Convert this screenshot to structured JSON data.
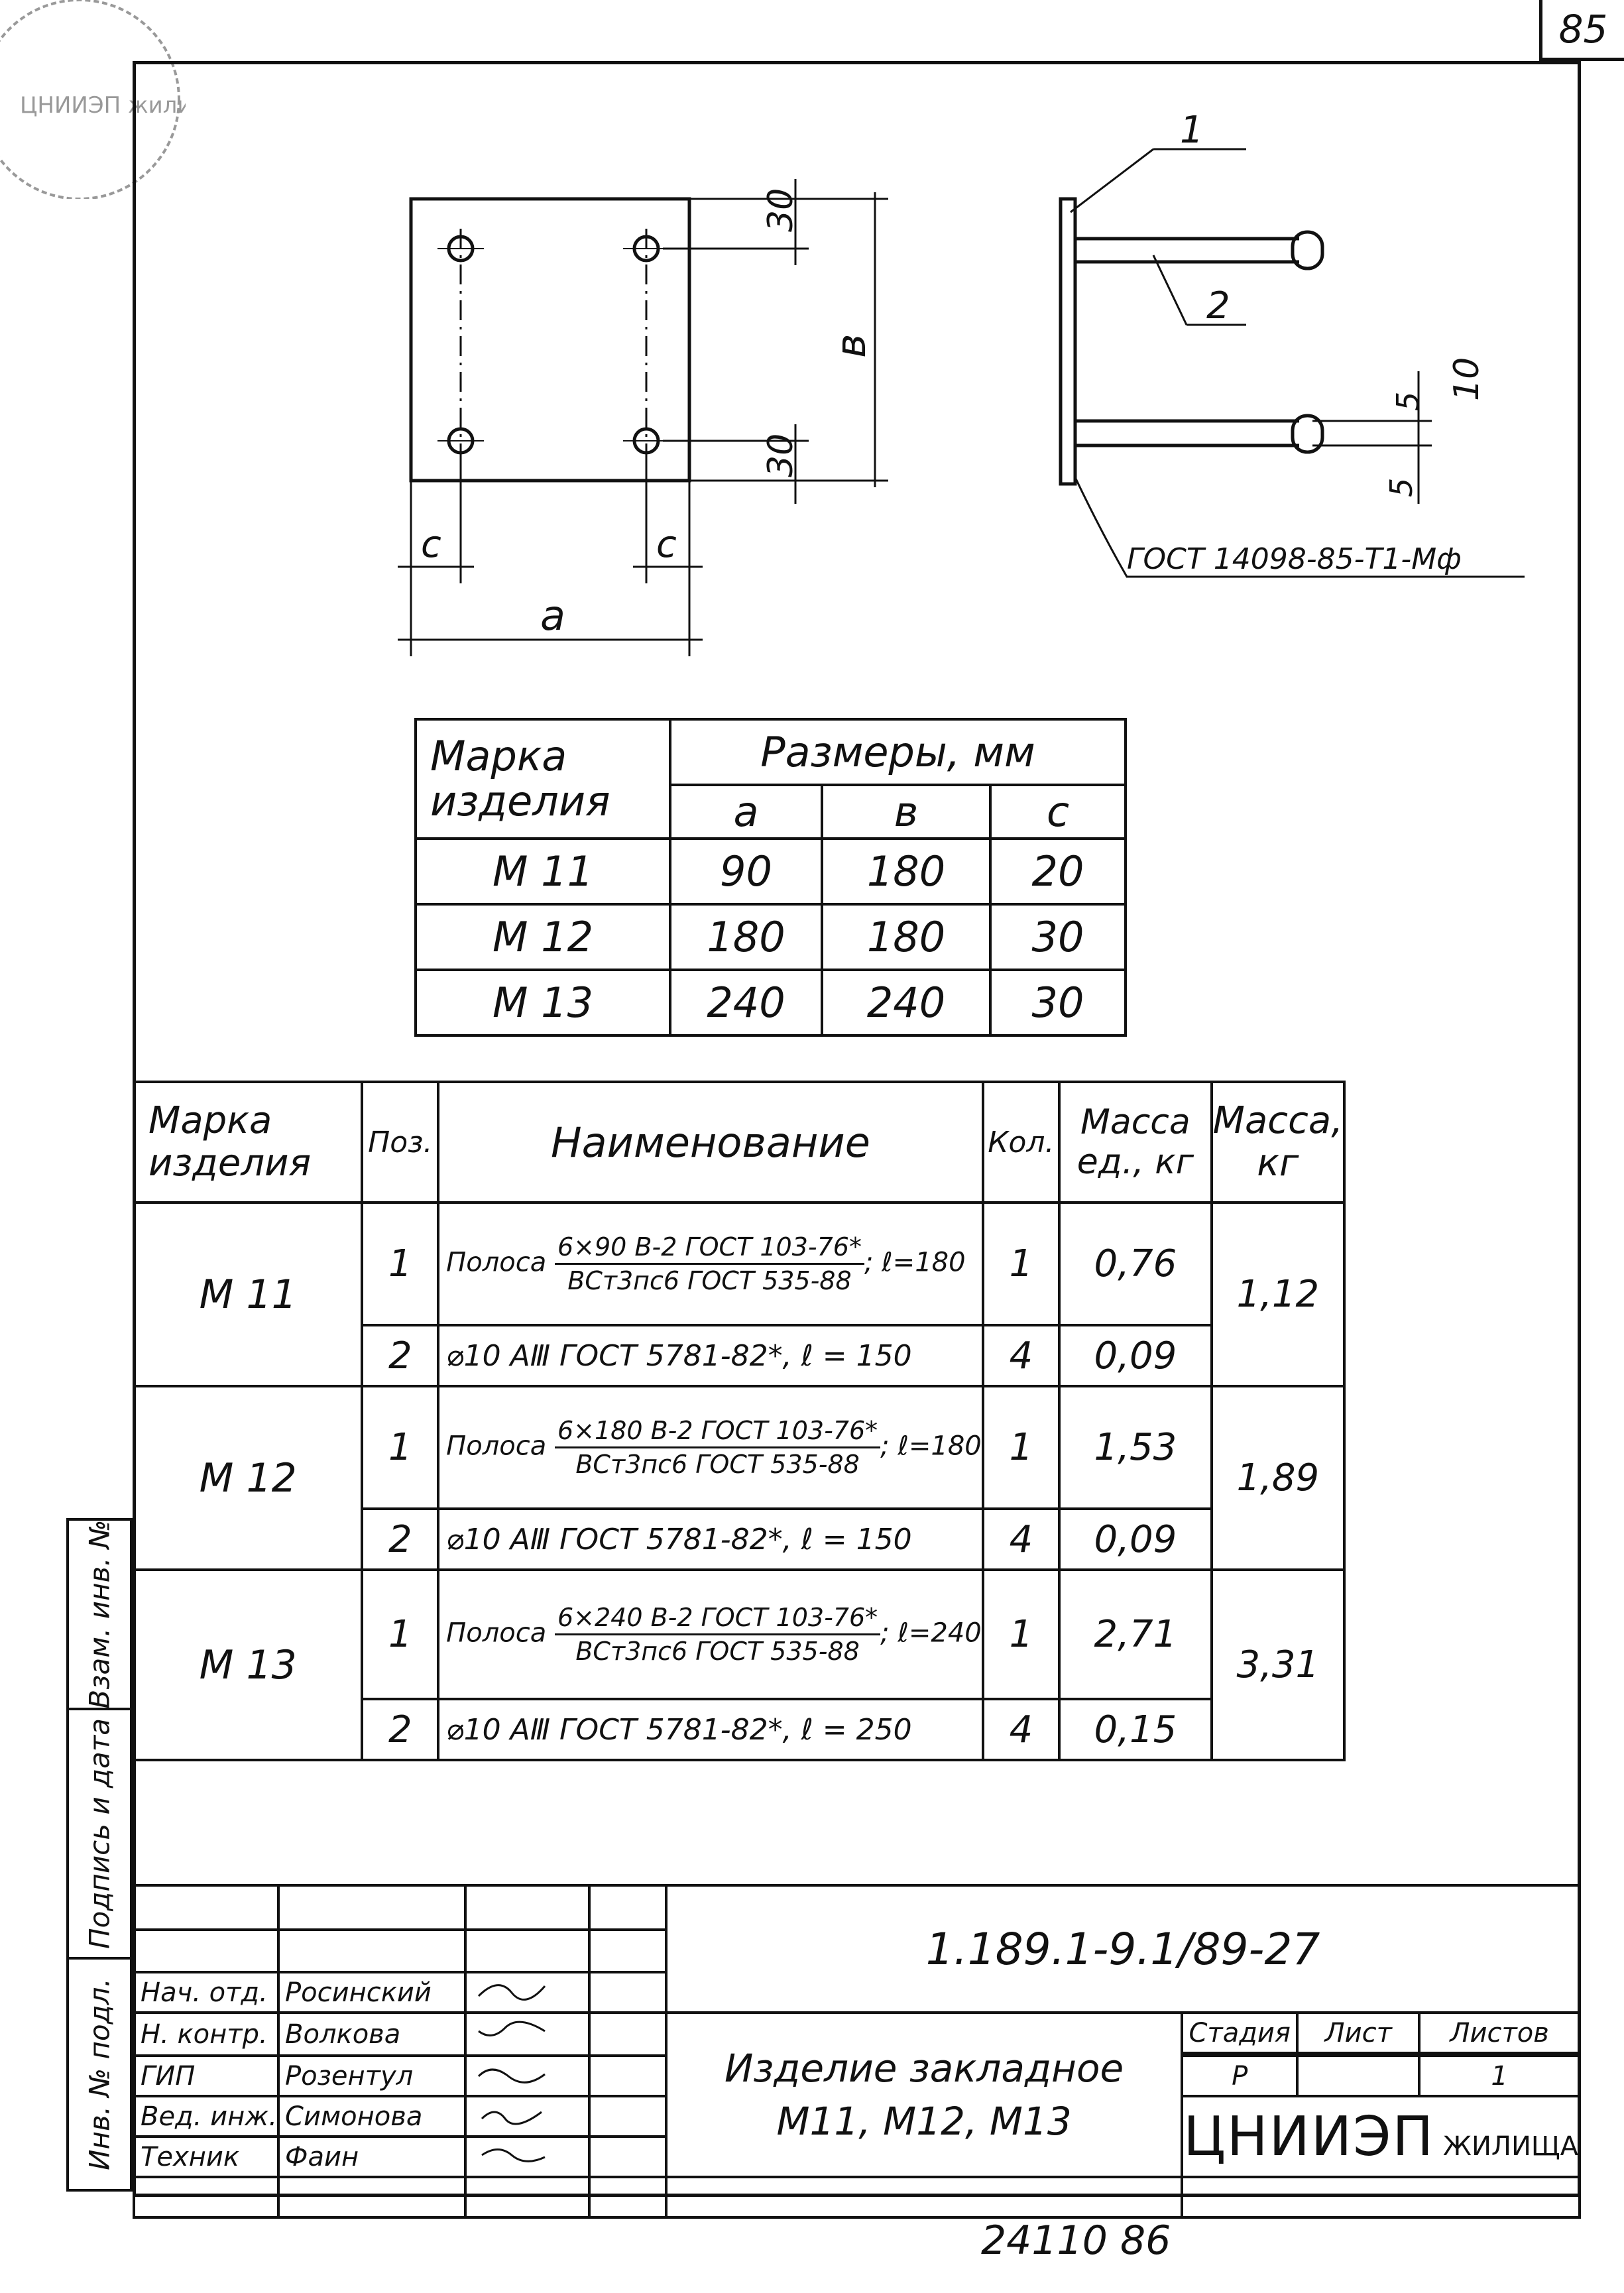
{
  "page_number": "85",
  "stamp_text": "ЦНИИЭП жилища",
  "drawing": {
    "plate_labels": {
      "top_dim": "30",
      "bottom_dim": "30",
      "height_dim": "в",
      "c_left": "с",
      "c_right": "с",
      "width_dim": "а"
    },
    "side_labels": {
      "pos1": "1",
      "pos2": "2",
      "dim5_top": "5",
      "dim5_bottom": "5",
      "dim10": "10",
      "gost": "ГОСТ 14098-85-Т1-Мф"
    }
  },
  "dims_table": {
    "header_mark": "Марка изделия",
    "header_sizes": "Размеры, мм",
    "col_a": "а",
    "col_b": "в",
    "col_c": "с",
    "rows": [
      {
        "mark": "М 11",
        "a": "90",
        "b": "180",
        "c": "20"
      },
      {
        "mark": "М 12",
        "a": "180",
        "b": "180",
        "c": "30"
      },
      {
        "mark": "М 13",
        "a": "240",
        "b": "240",
        "c": "30"
      }
    ]
  },
  "spec_table": {
    "headers": {
      "mark": "Марка изделия",
      "pos": "Поз.",
      "name": "Наименование",
      "qty": "Кол.",
      "unit_mass": "Масса ед., кг",
      "mass": "Масса, кг"
    },
    "groups": [
      {
        "mark": "М 11",
        "mass": "1,12",
        "rows": [
          {
            "pos": "1",
            "name_prefix": "Полоса",
            "frac_num": "6×90 В-2 ГОСТ 103-76*",
            "frac_den": "ВСт3пс6 ГОСТ 535-88",
            "name_suffix": "; ℓ=180",
            "qty": "1",
            "unit_mass": "0,76"
          },
          {
            "pos": "2",
            "name_text": "⌀10 АⅢ ГОСТ 5781-82*, ℓ = 150",
            "qty": "4",
            "unit_mass": "0,09"
          }
        ]
      },
      {
        "mark": "М 12",
        "mass": "1,89",
        "rows": [
          {
            "pos": "1",
            "name_prefix": "Полоса",
            "frac_num": "6×180 В-2 ГОСТ 103-76*",
            "frac_den": "ВСт3пс6 ГОСТ 535-88",
            "name_suffix": "; ℓ=180",
            "qty": "1",
            "unit_mass": "1,53"
          },
          {
            "pos": "2",
            "name_text": "⌀10 АⅢ ГОСТ 5781-82*, ℓ = 150",
            "qty": "4",
            "unit_mass": "0,09"
          }
        ]
      },
      {
        "mark": "М 13",
        "mass": "3,31",
        "rows": [
          {
            "pos": "1",
            "name_prefix": "Полоса",
            "frac_num": "6×240 В-2 ГОСТ 103-76*",
            "frac_den": "ВСт3пс6 ГОСТ 535-88",
            "name_suffix": "; ℓ=240",
            "qty": "1",
            "unit_mass": "2,71"
          },
          {
            "pos": "2",
            "name_text": "⌀10 АⅢ ГОСТ 5781-82*, ℓ = 250",
            "qty": "4",
            "unit_mass": "0,15"
          }
        ]
      }
    ]
  },
  "left_strip": {
    "upper": "Взам. инв. №",
    "middle": "Подпись и дата",
    "lower": "Инв. № подл."
  },
  "title_block": {
    "doc_code": "1.189.1-9.1/89-27",
    "title_line1": "Изделие закладное",
    "title_line2": "М11, М12, М13",
    "stage_label": "Стадия",
    "sheet_label": "Лист",
    "sheets_label": "Листов",
    "stage_value": "Р",
    "sheet_value": "",
    "sheets_value": "1",
    "org_main": "ЦНИИЭП",
    "org_sub": "ЖИЛИЩА",
    "roles": [
      {
        "role": "Нач. отд.",
        "name": "Росинский"
      },
      {
        "role": "Н. контр.",
        "name": "Волкова"
      },
      {
        "role": "ГИП",
        "name": "Розентул"
      },
      {
        "role": "Вед. инж.",
        "name": "Симонова"
      },
      {
        "role": "Техник",
        "name": "Фаин"
      }
    ]
  },
  "footer_number": "24110  86"
}
